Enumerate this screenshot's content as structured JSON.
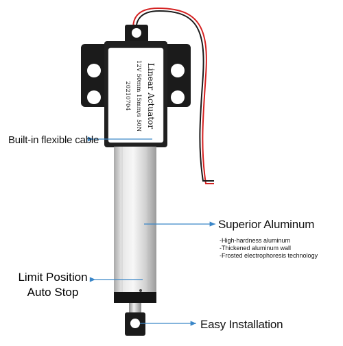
{
  "label": {
    "title": "Linear Actuator",
    "spec": "12V 50mm 15mm/s 50N",
    "date": "20210704"
  },
  "callouts": {
    "cable": "Built-in flexible cable",
    "aluminum_title": "Superior Aluminum",
    "aluminum_points": [
      "-High-hardness aluminum",
      "-Thickened aluminum wall",
      "-Frosted electrophoresis technology"
    ],
    "limit_line1": "Limit Position",
    "limit_line2": "Auto Stop",
    "installation": "Easy Installation"
  },
  "colors": {
    "arrow": "#3a86c8",
    "wire_red": "#d42020",
    "wire_black": "#1a1a1a",
    "housing": "#1b1b1b",
    "aluminum": "#dcdcdc"
  }
}
